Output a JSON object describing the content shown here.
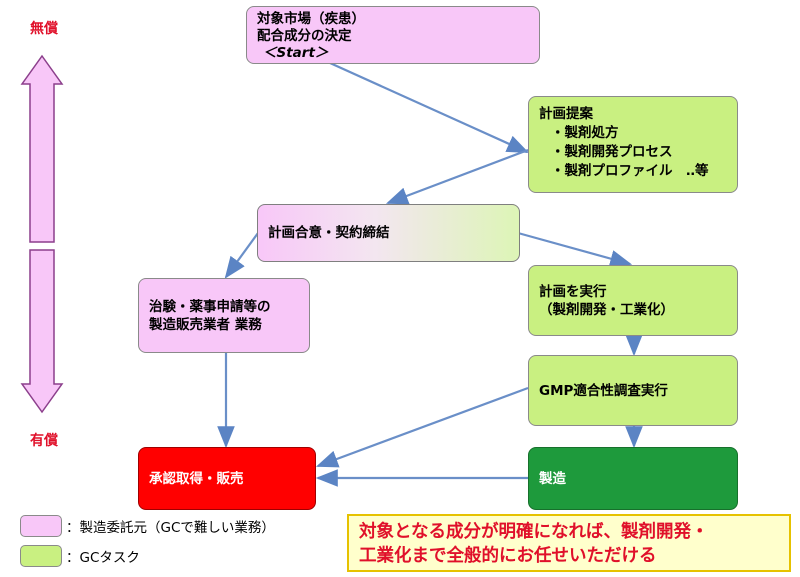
{
  "side_labels": {
    "top": "無償",
    "bottom": "有償"
  },
  "nodes": {
    "start": {
      "lines": [
        "対象市場（疾患）",
        "配合成分の決定",
        "＜Start＞"
      ]
    },
    "proposal": {
      "lines": [
        "計画提案",
        "・製剤処方",
        "・製剤開発プロセス",
        "・製剤プロファイル　‥等"
      ]
    },
    "agreement": {
      "lines": [
        "計画合意・契約締結"
      ]
    },
    "clinical": {
      "lines": [
        "治験・薬事申請等の",
        "製造販売業者 業務"
      ]
    },
    "execute": {
      "lines": [
        "計画を実行",
        "（製剤開発・工業化）"
      ]
    },
    "gmp": {
      "lines": [
        "GMP適合性調査実行"
      ]
    },
    "approval": {
      "lines": [
        "承認取得・販売"
      ]
    },
    "manufacturing": {
      "lines": [
        "製造"
      ]
    }
  },
  "legend": [
    {
      "color": "pink",
      "label": "：製造委託元（GCで難しい業務）"
    },
    {
      "color": "green",
      "label": "：GCタスク"
    }
  ],
  "note": {
    "lines": [
      "対象となる成分が明確になれば、製剤開発・",
      "工業化まで全般的にお任せいただける"
    ]
  },
  "colors": {
    "pink": "#f8c7f8",
    "green": "#c9f081",
    "red": "#ff0000",
    "dark_green": "#1e9a3c",
    "arrow": "#6a8fc8",
    "label_red": "#e0102a"
  }
}
